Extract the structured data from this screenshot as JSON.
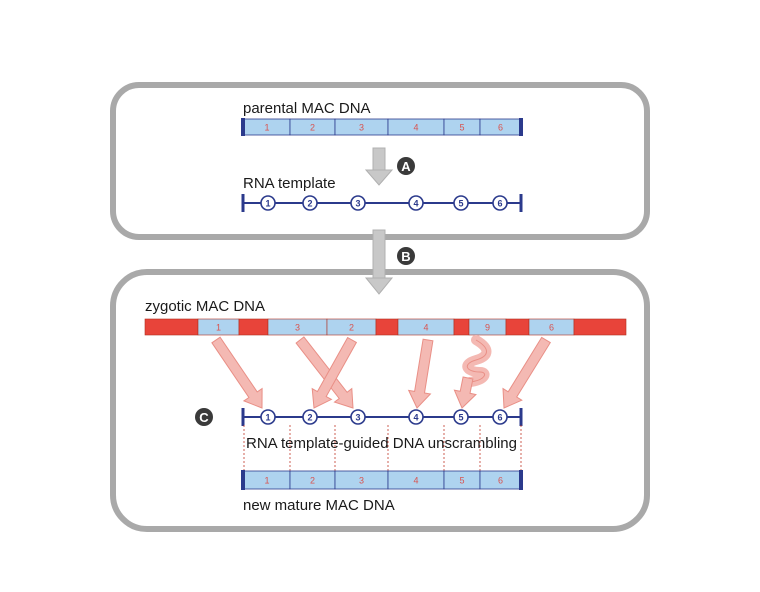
{
  "labels": {
    "parental": "parental MAC DNA",
    "rna_template": "RNA template",
    "zygotic": "zygotic MAC DNA",
    "unscrambling": "RNA template-guided DNA unscrambling",
    "new_mature": "new mature MAC DNA"
  },
  "steps": [
    "A",
    "B",
    "C"
  ],
  "parental_segments": [
    "1",
    "2",
    "3",
    "4",
    "5",
    "6"
  ],
  "rna_nodes": [
    "1",
    "2",
    "3",
    "4",
    "5",
    "6"
  ],
  "zygotic_segments": [
    "1",
    "3",
    "2",
    "4",
    "9",
    "6"
  ],
  "mature_segments": [
    "1",
    "2",
    "3",
    "4",
    "5",
    "6"
  ],
  "colors": {
    "box_border": "#a9a9a9",
    "mds_fill": "#aed3ef",
    "ies_fill": "#e8443a",
    "dna_border": "#2b3a8c",
    "segment_number": "#d9534f",
    "arrow_fill": "#f4b9b3",
    "arrow_stroke": "#e98f86",
    "gray_arrow": "#c8c8c8",
    "step_badge": "#3a3a3a"
  }
}
